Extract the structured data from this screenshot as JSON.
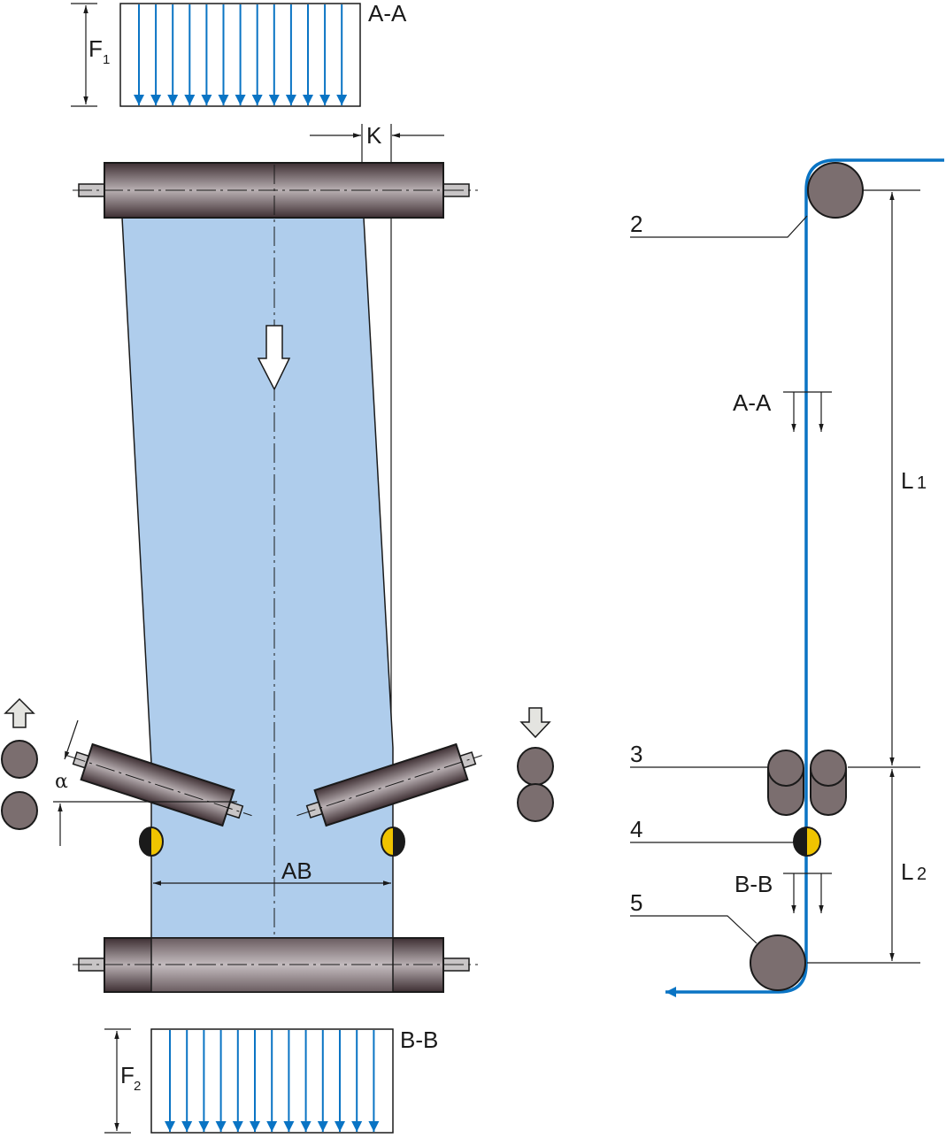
{
  "labels": {
    "section_a": "A-A",
    "section_b": "B-B",
    "force_1": "F",
    "force_1_sub": "1",
    "force_2": "F",
    "force_2_sub": "2",
    "offset_k": "K",
    "width_ab": "AB",
    "angle": "α",
    "part_2": "2",
    "part_3": "3",
    "part_4": "4",
    "part_5": "5",
    "length_1": "L",
    "length_1_sub": "1",
    "length_2": "L",
    "length_2_sub": "2",
    "side_section_a": "A-A",
    "side_section_b": "B-B"
  },
  "colors": {
    "web": "#afcdec",
    "force_arrows": "#0a74c4",
    "web_path": "#0a74c4",
    "roller_dark": "#3e2f33",
    "roller_light": "#b9b0b3",
    "sensor_yellow": "#f0c400",
    "sensor_black": "#1a1a1a",
    "circle_grey": "#7b6e6f"
  },
  "icons": [
    "hollow-down-arrow",
    "hollow-up-arrow",
    "sensor-half-circle"
  ]
}
